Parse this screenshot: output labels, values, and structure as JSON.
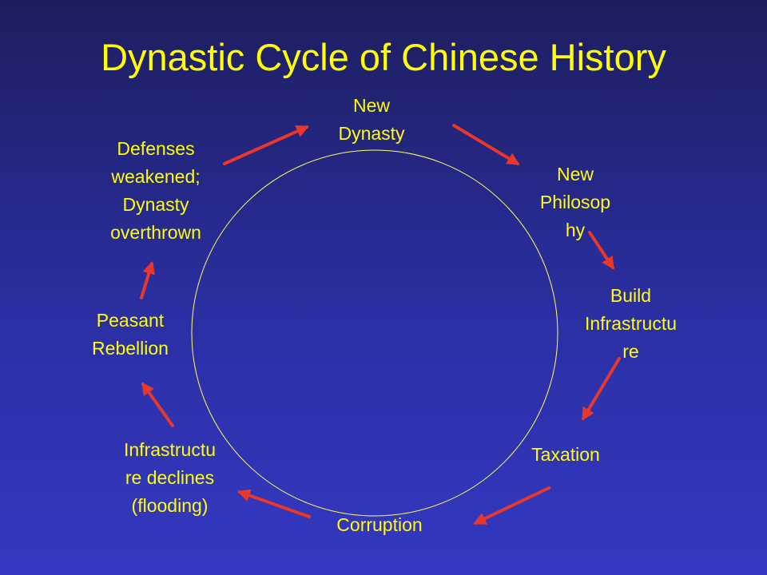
{
  "slide": {
    "title": "Dynastic Cycle of Chinese History",
    "colors": {
      "background_top": "#1d1e5e",
      "background_bottom": "#3438c2",
      "text": "#ffff00",
      "arrow": "#e8372b",
      "cycle": "#ffff66"
    }
  },
  "diagram": {
    "nodes": [
      {
        "id": "new-dynasty",
        "lines": [
          "New",
          "Dynasty"
        ]
      },
      {
        "id": "new-philosophy",
        "lines": [
          "New",
          "Philosop",
          "hy"
        ]
      },
      {
        "id": "build-infrastructure",
        "lines": [
          "Build",
          "Infrastructu",
          "re"
        ]
      },
      {
        "id": "taxation",
        "lines": [
          "Taxation"
        ]
      },
      {
        "id": "corruption",
        "lines": [
          "Corruption"
        ]
      },
      {
        "id": "infrastructure-declines",
        "lines": [
          "Infrastructu",
          "re declines",
          "(flooding)"
        ]
      },
      {
        "id": "peasant-rebellion",
        "lines": [
          "Peasant",
          "Rebellion"
        ]
      },
      {
        "id": "defenses-weakened",
        "lines": [
          "Defenses",
          "weakened;",
          "Dynasty",
          "overthrown"
        ]
      }
    ],
    "edges": [
      {
        "from": "new-dynasty",
        "to": "new-philosophy"
      },
      {
        "from": "new-philosophy",
        "to": "build-infrastructure"
      },
      {
        "from": "build-infrastructure",
        "to": "taxation"
      },
      {
        "from": "taxation",
        "to": "corruption"
      },
      {
        "from": "corruption",
        "to": "infrastructure-declines"
      },
      {
        "from": "infrastructure-declines",
        "to": "peasant-rebellion"
      },
      {
        "from": "peasant-rebellion",
        "to": "defenses-weakened"
      },
      {
        "from": "defenses-weakened",
        "to": "new-dynasty"
      }
    ]
  }
}
